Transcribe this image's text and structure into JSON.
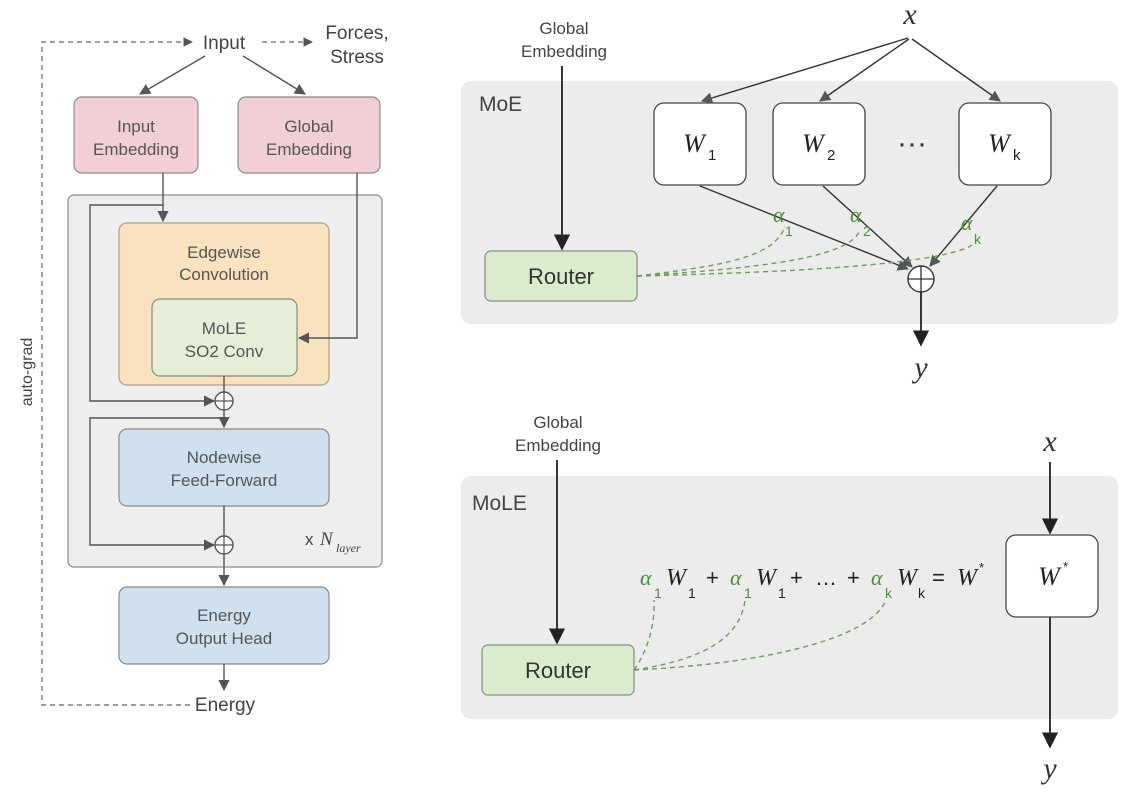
{
  "colors": {
    "input_embedding_fill": "#f2cfd4",
    "global_embedding_fill": "#f2cfd4",
    "edgewise_fill": "#f9e2bd",
    "mole_fill": "#e5efd8",
    "nodewise_fill": "#cfe0ee",
    "energy_head_fill": "#cfe0ee",
    "router_fill": "#dbeccc",
    "panel_fill": "#ececec",
    "green_dash": "#6e9d5c",
    "arrow": "#555555"
  },
  "left_diagram": {
    "input": "Input",
    "forces_line1": "Forces,",
    "forces_line2": "Stress",
    "input_embedding_line1": "Input",
    "input_embedding_line2": "Embedding",
    "global_embedding_line1": "Global",
    "global_embedding_line2": "Embedding",
    "edgewise_line1": "Edgewise",
    "edgewise_line2": "Convolution",
    "mole_line1": "MoLE",
    "mole_line2": "SO2 Conv",
    "nodewise_line1": "Nodewise",
    "nodewise_line2": "Feed-Forward",
    "nlayer_prefix": "x",
    "nlayer_symbol": "N",
    "nlayer_subscript": "layer",
    "energy_head_line1": "Energy",
    "energy_head_line2": "Output Head",
    "energy": "Energy",
    "auto_grad": "auto-grad",
    "plus_symbol": "⊕"
  },
  "moe_diagram": {
    "panel_label": "MoE",
    "global_line1": "Global",
    "global_line2": "Embedding",
    "input_x": "x",
    "output_y": "y",
    "router": "Router",
    "ellipsis": "···",
    "experts": [
      {
        "w": "W",
        "sub": "1"
      },
      {
        "w": "W",
        "sub": "2"
      },
      {
        "w": "W",
        "sub": "k"
      }
    ],
    "alphas": [
      {
        "a": "α",
        "sub": "1"
      },
      {
        "a": "α",
        "sub": "2"
      },
      {
        "a": "α",
        "sub": "k"
      }
    ]
  },
  "mole_diagram": {
    "panel_label": "MoLE",
    "global_line1": "Global",
    "global_line2": "Embedding",
    "input_x": "x",
    "output_y": "y",
    "router": "Router",
    "equation": {
      "alpha": "α",
      "w": "W",
      "sub1": "1",
      "subk": "k",
      "plus": "+",
      "dots": "…",
      "equals": "=",
      "star": "*"
    },
    "wstar": {
      "w": "W",
      "star": "*"
    }
  }
}
